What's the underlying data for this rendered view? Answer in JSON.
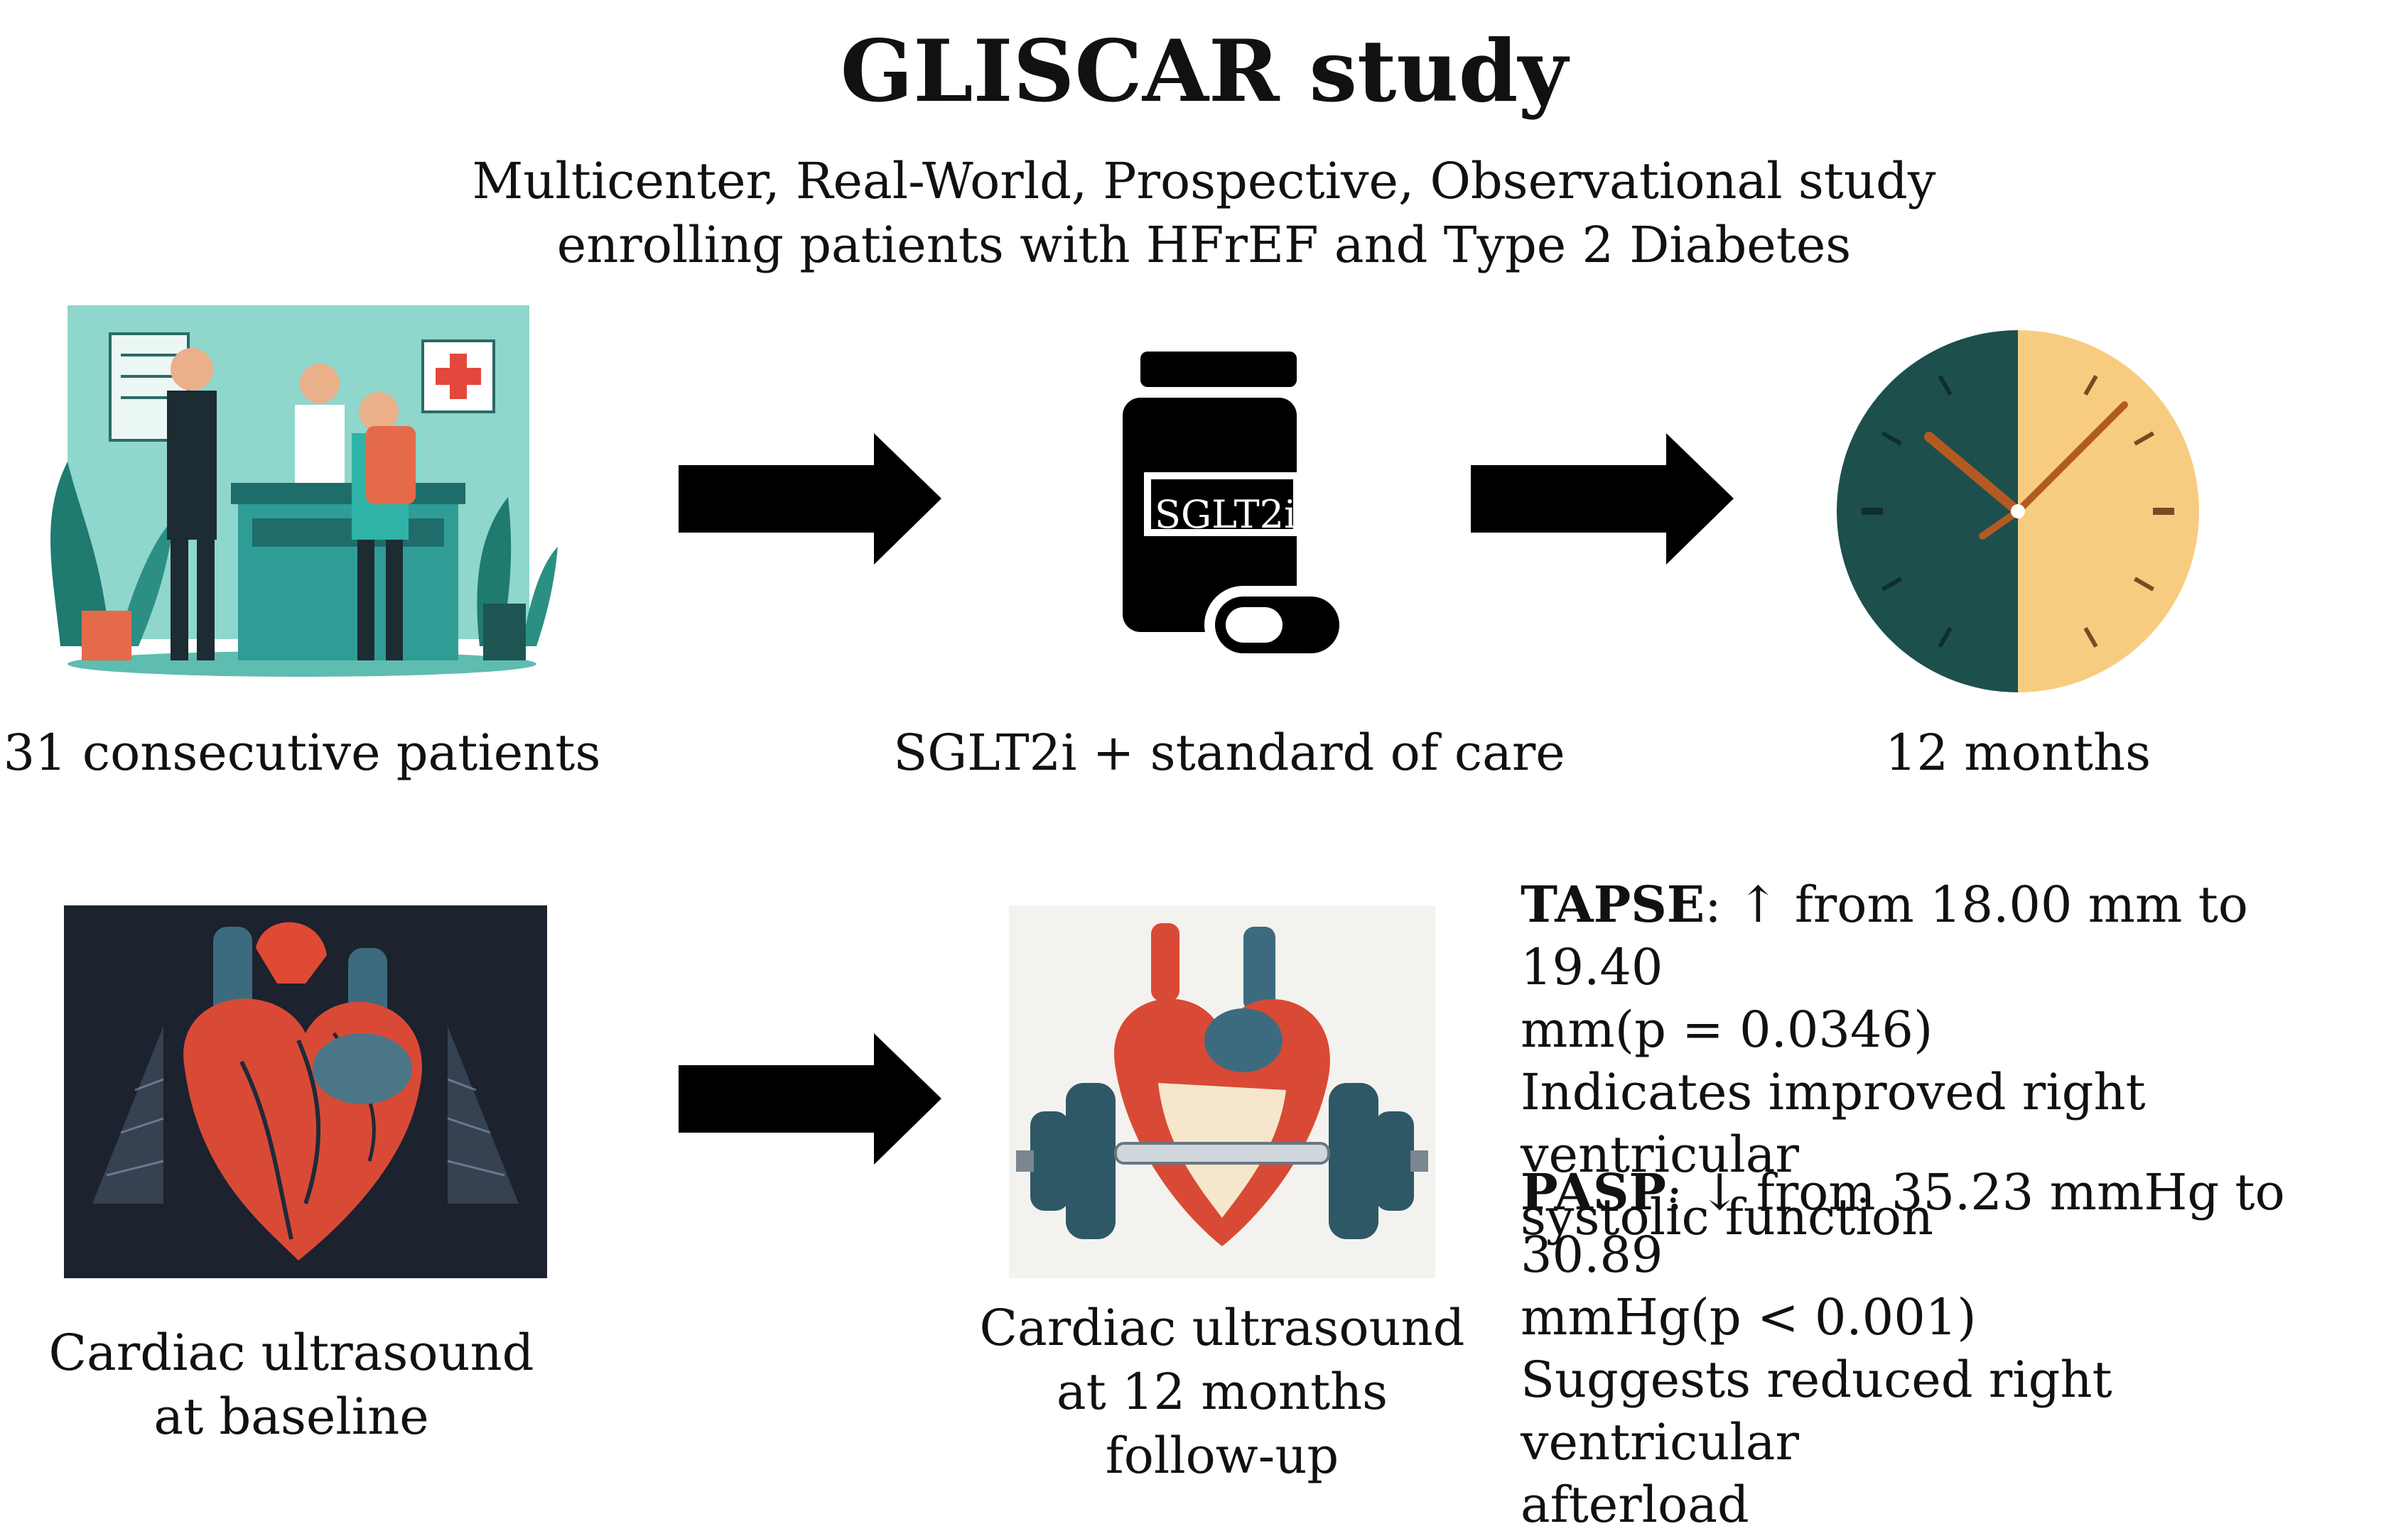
{
  "header": {
    "title": "GLISCAR study",
    "subtitle_line1": "Multicenter, Real-World, Prospective, Observational study",
    "subtitle_line2": "enrolling patients with HFrEF and Type 2 Diabetes"
  },
  "steps": {
    "patients_label": "31 consecutive patients",
    "drug_label": "SGLT2i + standard of care",
    "drug_bottle_text": "SGLT2i",
    "duration_label": "12 months"
  },
  "ultrasound": {
    "baseline_line1": "Cardiac ultrasound",
    "baseline_line2": "at baseline",
    "followup_line1": "Cardiac ultrasound",
    "followup_line2": "at 12 months",
    "followup_line3": "follow-up"
  },
  "results": {
    "tapse_name": "TAPSE",
    "tapse_line1": ": ↑ from 18.00 mm to 19.40",
    "tapse_line2": "mm(p = 0.0346)",
    "tapse_line3": "Indicates improved right ventricular",
    "tapse_line4": "systolic function",
    "pasp_name": "PASP",
    "pasp_line1": ": ↓ from 35.23 mmHg to 30.89",
    "pasp_line2": "mmHg(p < 0.001)",
    "pasp_line3": "Suggests reduced right ventricular",
    "pasp_line4": "afterload"
  },
  "colors": {
    "teal_dark": "#1f5b5b",
    "teal_light": "#7fcfc4",
    "clock_dark": "#1d4f4d",
    "clock_light": "#f8cc80",
    "heart_red": "#d94a36",
    "arrow": "#000000"
  }
}
